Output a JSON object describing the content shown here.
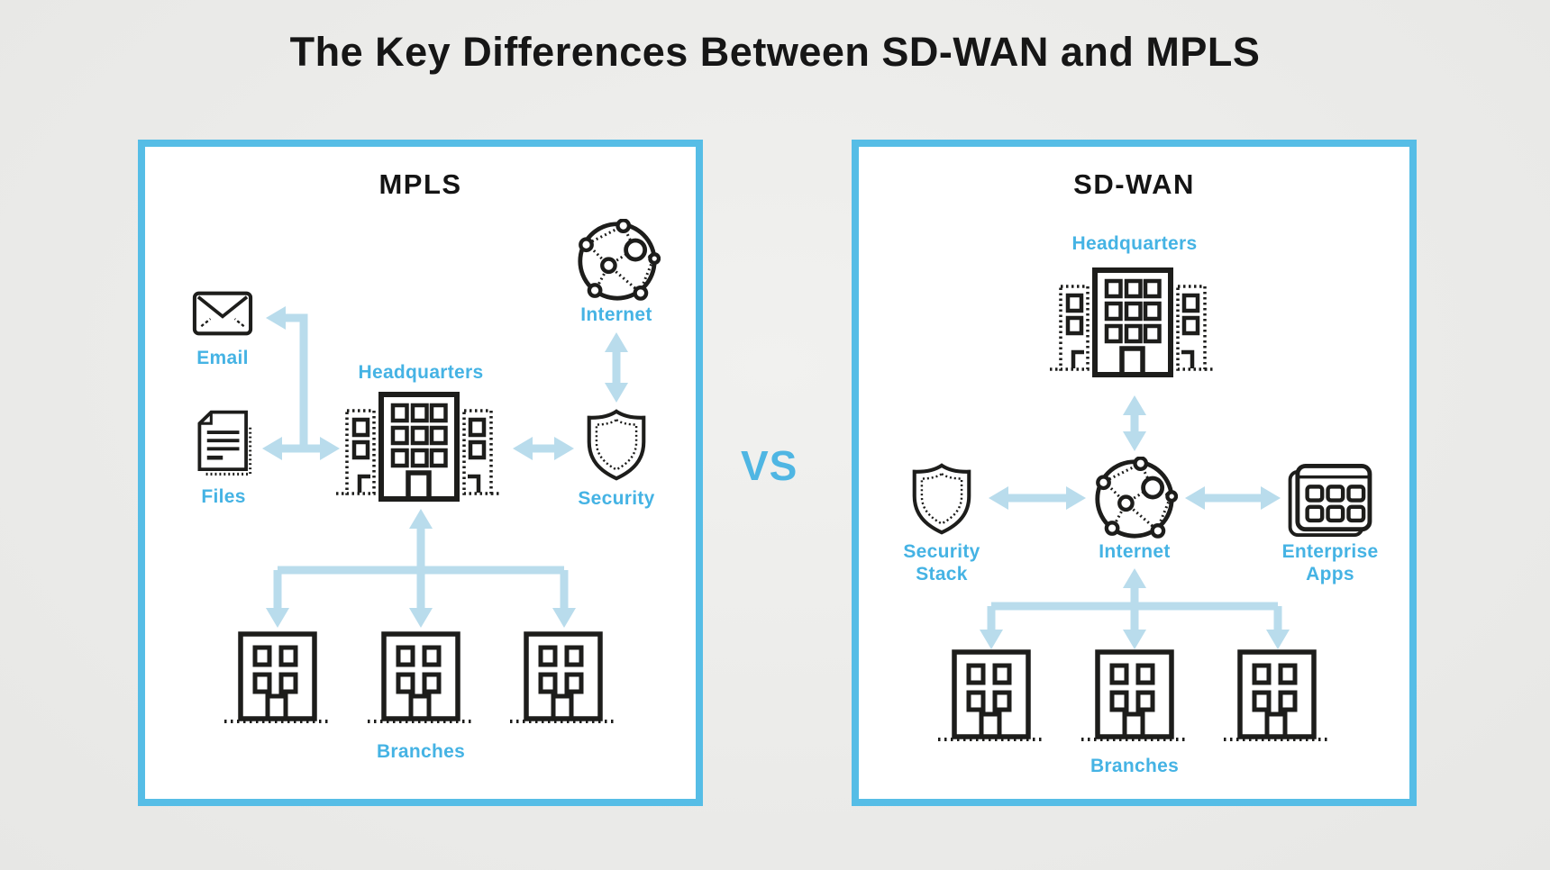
{
  "page": {
    "title": "The Key Differences Between SD-WAN and MPLS",
    "vs_label": "VS"
  },
  "colors": {
    "accent_blue": "#56bde6",
    "label_blue": "#45b3e4",
    "arrow_blue": "#b9dcec",
    "icon_ink": "#1d1d1b",
    "panel_bg": "#ffffff",
    "page_bg": "#eaeae8",
    "title_ink": "#161616",
    "vs_blue": "#4fb6e3"
  },
  "panels": [
    {
      "id": "mpls",
      "title": "MPLS",
      "labels": {
        "email": "Email",
        "files": "Files",
        "headquarters": "Headquarters",
        "internet": "Internet",
        "security": "Security",
        "branches": "Branches"
      }
    },
    {
      "id": "sdwan",
      "title": "SD-WAN",
      "labels": {
        "headquarters": "Headquarters",
        "security_stack": "Security Stack",
        "internet": "Internet",
        "enterprise_apps": "Enterprise Apps",
        "branches": "Branches"
      }
    }
  ]
}
